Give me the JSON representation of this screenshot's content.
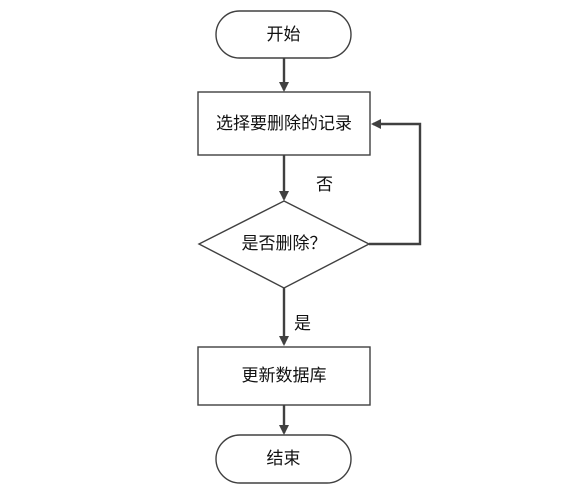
{
  "diagram": {
    "type": "flowchart",
    "line_color": "#404040",
    "nodes": {
      "start": {
        "shape": "terminator",
        "label": "开始"
      },
      "select": {
        "shape": "process",
        "label": "选择要删除的记录"
      },
      "decision": {
        "shape": "decision",
        "label": "是否删除？"
      },
      "update": {
        "shape": "process",
        "label": "更新数据库"
      },
      "end": {
        "shape": "terminator",
        "label": "结束"
      }
    },
    "edges": {
      "start_to_select": {
        "from": "start",
        "to": "select",
        "label": ""
      },
      "select_to_decision": {
        "from": "select",
        "to": "decision",
        "label": "否"
      },
      "decision_to_select": {
        "from": "decision",
        "to": "select",
        "label": ""
      },
      "decision_to_update": {
        "from": "decision",
        "to": "update",
        "label": "是"
      },
      "update_to_end": {
        "from": "update",
        "to": "end",
        "label": ""
      }
    }
  }
}
